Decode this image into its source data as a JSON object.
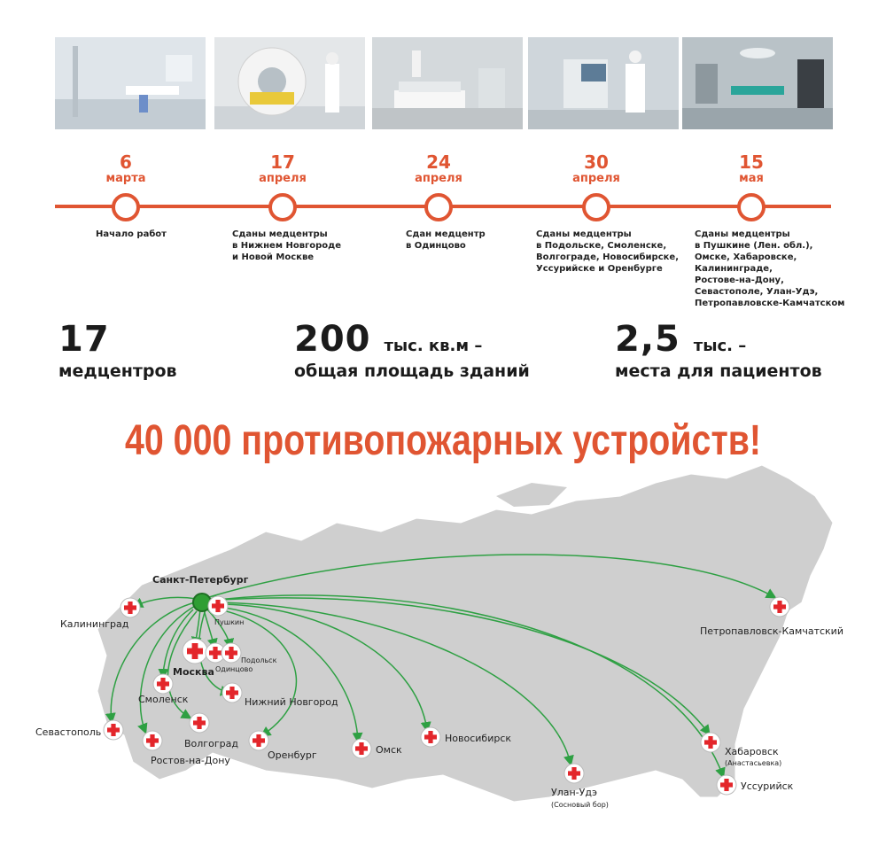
{
  "photos": [
    {
      "alt": "x-ray-room"
    },
    {
      "alt": "ct-scanner-room"
    },
    {
      "alt": "hospital-ward"
    },
    {
      "alt": "medical-equipment-room"
    },
    {
      "alt": "operating-room"
    }
  ],
  "timeline": [
    {
      "day": "6",
      "month": "марта",
      "desc": [
        "Начало работ"
      ]
    },
    {
      "day": "17",
      "month": "апреля",
      "desc": [
        "Сданы медцентры",
        "в Нижнем Новгороде",
        "и Новой Москве"
      ]
    },
    {
      "day": "24",
      "month": "апреля",
      "desc": [
        "Сдан медцентр",
        "в Одинцово"
      ]
    },
    {
      "day": "30",
      "month": "апреля",
      "desc": [
        "Сданы медцентры",
        "в Подольске, Смоленске,",
        "Волгограде, Новосибирске,",
        "Уссурийске и Оренбурге"
      ]
    },
    {
      "day": "15",
      "month": "мая",
      "desc": [
        "Сданы медцентры",
        "в Пушкине (Лен. обл.),",
        "Омске, Хабаровске,",
        "Калининграде,",
        "Ростове-на-Дону,",
        "Севастополе, Улан-Удэ,",
        "Петропавловске-Камчатском"
      ]
    }
  ],
  "stats": [
    {
      "number": "17",
      "unit": "",
      "label": "медцентров"
    },
    {
      "number": "200",
      "unit": "тыс. кв.м –",
      "label": "общая площадь зданий"
    },
    {
      "number": "2,5",
      "unit": "тыс. –",
      "label": "места для пациентов"
    }
  ],
  "headline": "40 000 противопожарных устройств!",
  "map": {
    "origin": "Санкт-Петербург",
    "colors": {
      "land": "#cfcfcf",
      "arrow": "#2ea043",
      "cross": "#e3262b",
      "origin": "#2f9e34"
    },
    "cities": [
      {
        "name": "Калининград",
        "sub": ""
      },
      {
        "name": "Пушкин",
        "sub": ""
      },
      {
        "name": "Москва",
        "sub": ""
      },
      {
        "name": "Одинцово",
        "sub": ""
      },
      {
        "name": "Подольск",
        "sub": ""
      },
      {
        "name": "Смоленск",
        "sub": ""
      },
      {
        "name": "Нижний Новгород",
        "sub": ""
      },
      {
        "name": "Севастополь",
        "sub": ""
      },
      {
        "name": "Волгоград",
        "sub": ""
      },
      {
        "name": "Ростов-на-Дону",
        "sub": ""
      },
      {
        "name": "Оренбург",
        "sub": ""
      },
      {
        "name": "Омск",
        "sub": ""
      },
      {
        "name": "Новосибирск",
        "sub": ""
      },
      {
        "name": "Улан-Удэ",
        "sub": "(Сосновый бор)"
      },
      {
        "name": "Хабаровск",
        "sub": "(Анастасьевка)"
      },
      {
        "name": "Уссурийск",
        "sub": ""
      },
      {
        "name": "Петропавловск-Камчатский",
        "sub": ""
      }
    ]
  }
}
